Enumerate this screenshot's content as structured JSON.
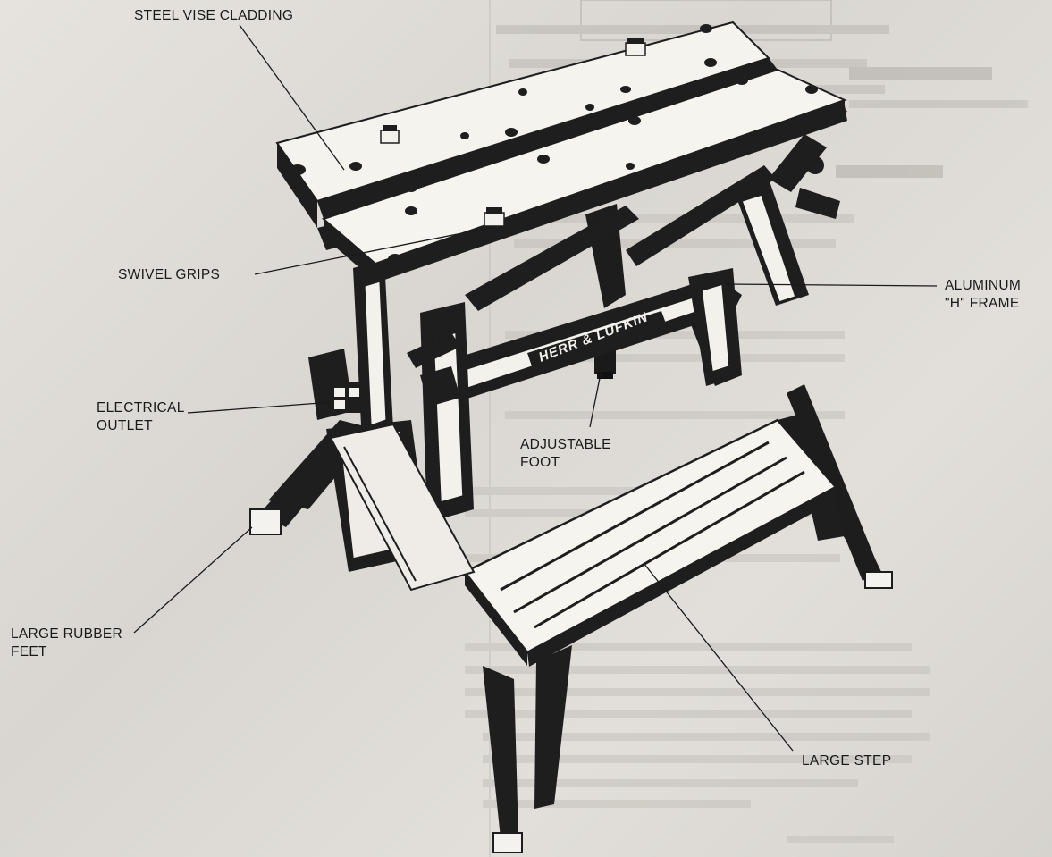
{
  "callouts": {
    "steel_vise_cladding": "STEEL VISE CLADDING",
    "swivel_grips": "SWIVEL GRIPS",
    "aluminum_frame_line1": "ALUMINUM",
    "aluminum_frame_line2": "\"H\" FRAME",
    "electrical_outlet_line1": "ELECTRICAL",
    "electrical_outlet_line2": "OUTLET",
    "adjustable_foot_line1": "ADJUSTABLE",
    "adjustable_foot_line2": "FOOT",
    "large_rubber_feet_line1": "LARGE RUBBER",
    "large_rubber_feet_line2": "FEET",
    "large_step": "LARGE STEP"
  },
  "frame_logo": "HERR & LUFKIN"
}
